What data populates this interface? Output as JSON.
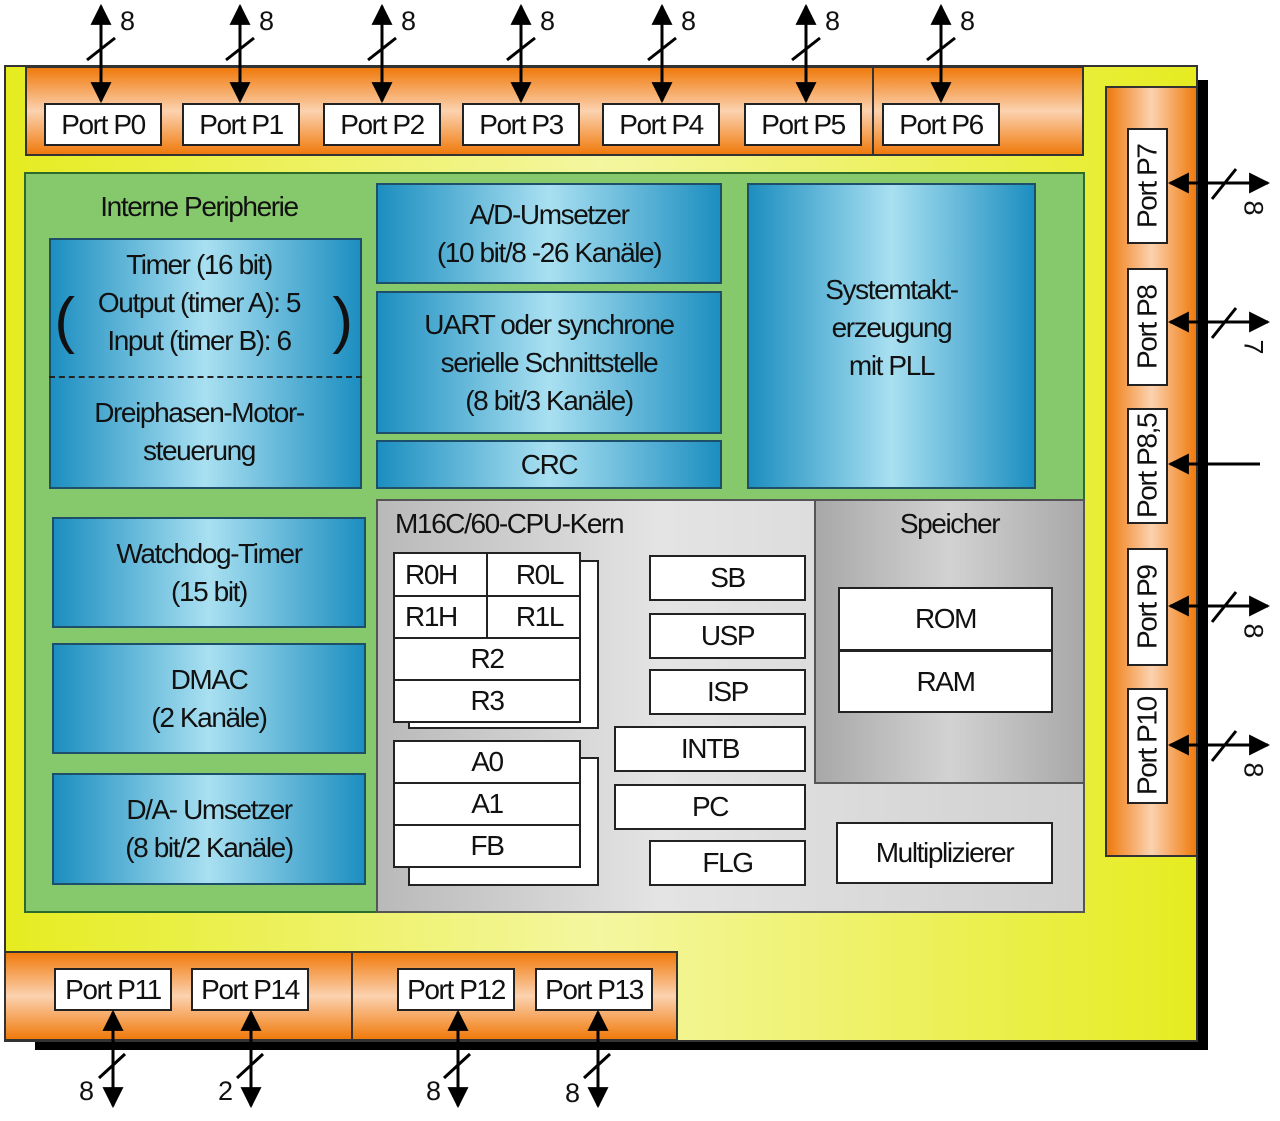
{
  "colors": {
    "chip": "#e6ec20",
    "ports": "#f07a0c",
    "peripherals": "#86c86c",
    "blocks": "#1c8ec0",
    "cpu": "#d0d0d0"
  },
  "ports_top": [
    {
      "label": "Port P0",
      "width": "8"
    },
    {
      "label": "Port P1",
      "width": "8"
    },
    {
      "label": "Port P2",
      "width": "8"
    },
    {
      "label": "Port P3",
      "width": "8"
    },
    {
      "label": "Port P4",
      "width": "8"
    },
    {
      "label": "Port P5",
      "width": "8"
    },
    {
      "label": "Port P6",
      "width": "8"
    }
  ],
  "ports_right": [
    {
      "label": "Port P7",
      "width": "8"
    },
    {
      "label": "Port P8",
      "width": "7"
    },
    {
      "label": "Port P8,5",
      "width": ""
    },
    {
      "label": "Port P9",
      "width": "8"
    },
    {
      "label": "Port P10",
      "width": "8"
    }
  ],
  "ports_bottom": [
    {
      "label": "Port P11",
      "width": "8"
    },
    {
      "label": "Port P14",
      "width": "2"
    },
    {
      "label": "Port P12",
      "width": "8"
    },
    {
      "label": "Port P13",
      "width": "8"
    }
  ],
  "peripherals": {
    "title": "Interne Peripherie",
    "timer": {
      "line1": "Timer (16 bit)",
      "line2": "Output (timer A): 5",
      "line3": "Input (timer B): 6",
      "lparen": "(",
      "rparen": ")"
    },
    "motor": "Dreiphasen-Motor-\nsteuerung",
    "watchdog": "Watchdog-Timer\n(15 bit)",
    "dmac": "DMAC\n(2 Kanäle)",
    "da": "D/A- Umsetzer\n(8 bit/2 Kanäle)",
    "ad": "A/D-Umsetzer\n(10 bit/8 -26 Kanäle)",
    "uart": "UART oder synchrone\nserielle Schnittstelle\n(8 bit/3 Kanäle)",
    "crc": "CRC",
    "clock": "Systemtakt-\nerzeugung\nmit PLL"
  },
  "cpu": {
    "title": "M16C/60-CPU-Kern",
    "registers": {
      "r0h": "R0H",
      "r0l": "R0L",
      "r1h": "R1H",
      "r1l": "R1L",
      "r2": "R2",
      "r3": "R3",
      "a0": "A0",
      "a1": "A1",
      "fb": "FB"
    },
    "special": {
      "sb": "SB",
      "usp": "USP",
      "isp": "ISP",
      "intb": "INTB",
      "pc": "PC",
      "flg": "FLG"
    },
    "multiplier": "Multiplizierer"
  },
  "memory": {
    "title": "Speicher",
    "rom": "ROM",
    "ram": "RAM"
  }
}
